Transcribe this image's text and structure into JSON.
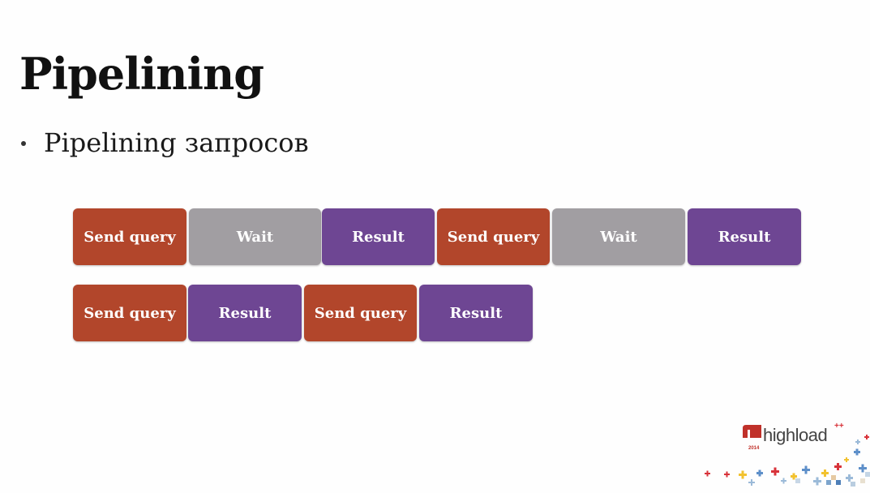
{
  "slide": {
    "title": "Pipelining",
    "bullet": "Pipelining запросов"
  },
  "colors": {
    "send": "#b2462b",
    "wait": "#a19ea2",
    "result": "#6e4693"
  },
  "rows": [
    {
      "blocks": [
        {
          "kind": "send",
          "label": "Send query"
        },
        {
          "kind": "wait",
          "label": "Wait"
        },
        {
          "kind": "result",
          "label": "Result"
        },
        {
          "kind": "send",
          "label": "Send query"
        },
        {
          "kind": "wait",
          "label": "Wait"
        },
        {
          "kind": "result",
          "label": "Result"
        }
      ]
    },
    {
      "blocks": [
        {
          "kind": "send",
          "label": "Send query"
        },
        {
          "kind": "result",
          "label": "Result"
        },
        {
          "kind": "send",
          "label": "Send query"
        },
        {
          "kind": "result",
          "label": "Result"
        }
      ]
    }
  ],
  "logo": {
    "text": "highload",
    "superscript": "++",
    "year": "2014"
  }
}
